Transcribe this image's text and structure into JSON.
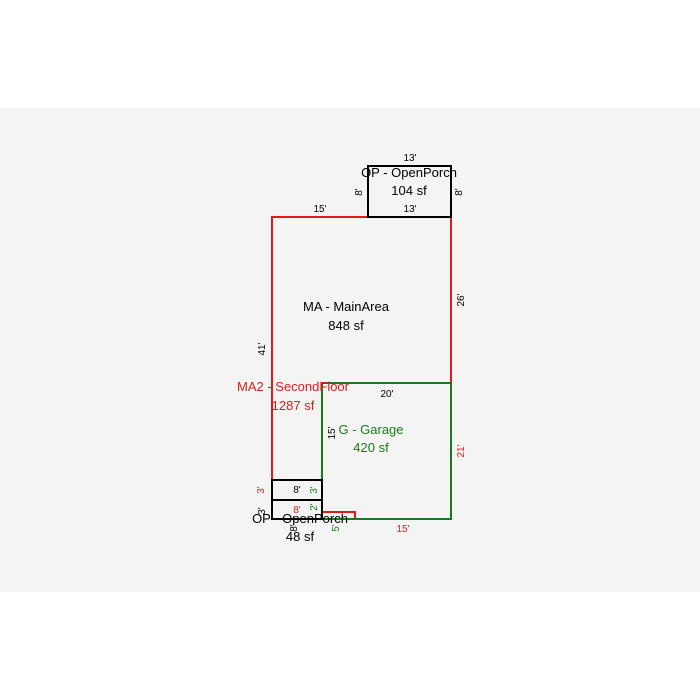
{
  "colors": {
    "background": "#f4f4f4",
    "main_area": "#e01b1b",
    "garage": "#1a7a1a",
    "porch": "#000000",
    "second_floor_label": "#e01b1b"
  },
  "areas": {
    "porch_top": {
      "code_name": "OP - OpenPorch",
      "area": "104 sf"
    },
    "main": {
      "code_name": "MA - MainArea",
      "area": "848 sf"
    },
    "second_floor": {
      "code_name": "MA2 - SecondFloor",
      "area": "1287 sf"
    },
    "garage": {
      "code_name": "G - Garage",
      "area": "420 sf"
    },
    "porch_bottom": {
      "code_name": "OP - OpenPorch",
      "area": "48 sf"
    }
  },
  "dimensions": {
    "porch_top_top": "13'",
    "porch_top_bottom": "13'",
    "porch_top_left": "8'",
    "porch_top_right": "8'",
    "main_top": "15'",
    "main_right": "26'",
    "main_left": "41'",
    "garage_top": "20'",
    "garage_left": "15'",
    "garage_right": "21'",
    "garage_bottom": "15'",
    "small_top": "8'",
    "small_left": "3'",
    "small_right": "3'",
    "small_inner_top": "8'",
    "small_inner_right": "2'",
    "porch_bottom_left": "3'",
    "porch_bottom_bottom": "8'",
    "notch_width": "5'"
  }
}
